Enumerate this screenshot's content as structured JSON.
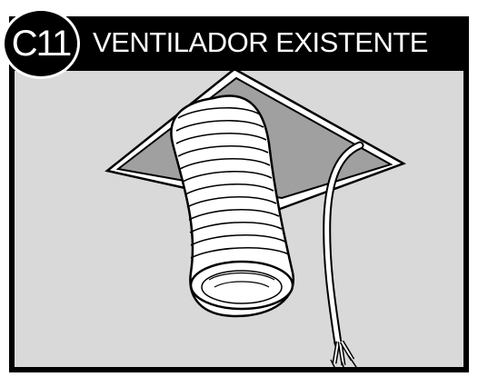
{
  "step": {
    "badge": "C11",
    "title": "VENTILADOR EXISTENTE"
  },
  "illustration": {
    "subject": "flexible-duct-in-ceiling-opening",
    "colors": {
      "ceiling": "#d9d9d9",
      "opening": "#a0a0a0",
      "outline": "#000000",
      "duct": "#ffffff"
    }
  }
}
